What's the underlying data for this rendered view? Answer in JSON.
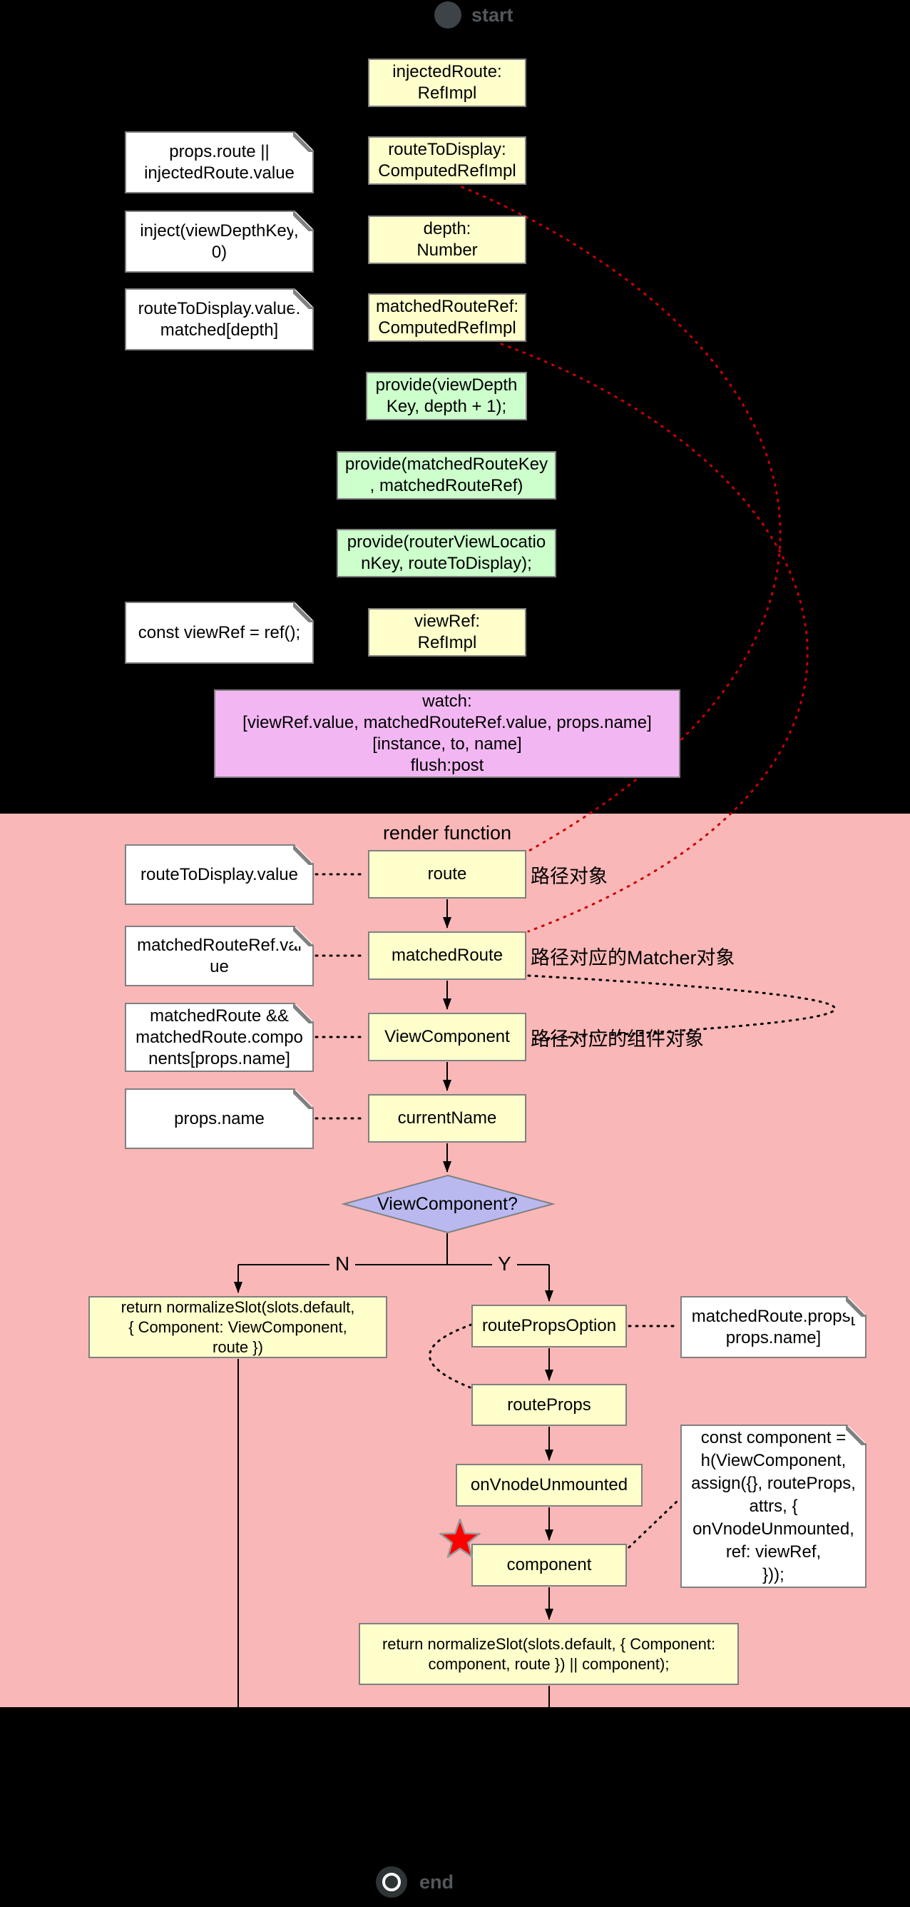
{
  "palette": {
    "background": "#000000",
    "state_fill": "#FFFFCC",
    "provide_fill": "#CCFFCC",
    "watch_fill": "#F2B7F2",
    "region_fill": "#F9B7B7",
    "decision_fill": "#B9B9F0",
    "note_fill": "#FFFFFF",
    "node_border": "#808080",
    "red_link": "#CC0000",
    "star_fill": "#FF0000",
    "terminal_fill": "#3E4347",
    "terminal_text": "#53585C"
  },
  "terminals": {
    "start": {
      "label": "start"
    },
    "end": {
      "label": "end"
    }
  },
  "setup": {
    "states": [
      {
        "label": "injectedRoute:\nRefImpl"
      },
      {
        "label": "routeToDisplay:\nComputedRefImpl"
      },
      {
        "label": "depth:\nNumber"
      },
      {
        "label": "matchedRouteRef:\nComputedRefImpl"
      },
      {
        "label": "viewRef:\nRefImpl"
      }
    ],
    "notes": [
      {
        "label": "props.route ||\ninjectedRoute.value"
      },
      {
        "label": "inject(viewDepthKey,\n0)"
      },
      {
        "label": "routeToDisplay.value.\nmatched[depth]"
      },
      {
        "label": "const viewRef = ref();"
      }
    ],
    "provides": [
      {
        "label": "provide(viewDepth\nKey, depth + 1);"
      },
      {
        "label": "provide(matchedRouteKey\n, matchedRouteRef)"
      },
      {
        "label": "provide(routerViewLocatio\nnKey, routeToDisplay);"
      }
    ],
    "watch": {
      "label": "watch:\n[viewRef.value, matchedRouteRef.value, props.name]\n[instance, to, name]\nflush:post"
    }
  },
  "render": {
    "title": "render function",
    "rows": [
      {
        "note": "routeToDisplay.value",
        "box": "route",
        "annotation": "路径对象"
      },
      {
        "note": "matchedRouteRef.val\nue",
        "box": "matchedRoute",
        "annotation": "路径对应的Matcher对象"
      },
      {
        "note": "matchedRoute &&\nmatchedRoute.compo\nnents[props.name]",
        "box": "ViewComponent",
        "annotation": "路径对应的组件对象"
      },
      {
        "note": "props.name",
        "box": "currentName",
        "annotation": ""
      }
    ],
    "decision": {
      "label": "ViewComponent?",
      "no_label": "N",
      "yes_label": "Y"
    },
    "no_branch": {
      "label": "return normalizeSlot(slots.default,\n{ Component: ViewComponent,\nroute })"
    },
    "yes_branch": [
      {
        "label": "routePropsOption"
      },
      {
        "label": "routeProps"
      },
      {
        "label": "onVnodeUnmounted"
      },
      {
        "label": "component"
      },
      {
        "label": "return normalizeSlot(slots.default, { Component:\ncomponent, route }) || component);"
      }
    ],
    "yes_notes": [
      {
        "label": "matchedRoute.props[\nprops.name]"
      },
      {
        "label": "const component =\nh(ViewComponent,\nassign({}, routeProps,\nattrs, {\nonVnodeUnmounted,\nref: viewRef,\n}));"
      }
    ]
  }
}
